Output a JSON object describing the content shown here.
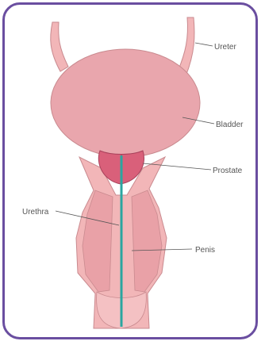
{
  "labels": {
    "ureter": "Ureter",
    "bladder": "Bladder",
    "prostate": "Prostate",
    "urethra": "Urethra",
    "penis": "Penis"
  },
  "colors": {
    "frame": "#6a4ea0",
    "tissue": "#f2b6b8",
    "tissue_outline": "#c98a8f",
    "bladder": "#e9a6ad",
    "prostate": "#d9607a",
    "urethra_line": "#2aa6a0"
  }
}
